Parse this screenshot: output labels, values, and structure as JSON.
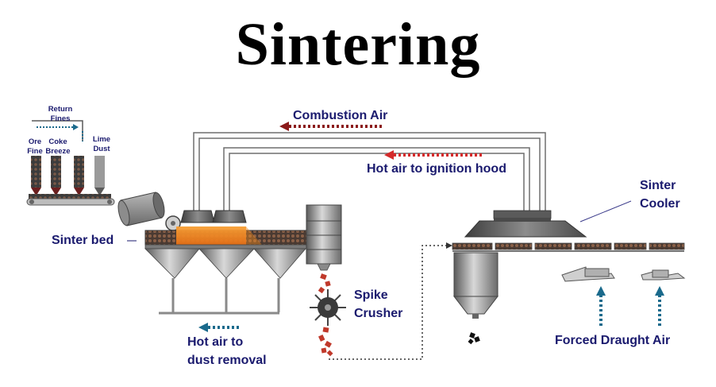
{
  "title": "Sintering",
  "labels": {
    "return_fines": "Return Fines",
    "ore_fine": "Ore Fine",
    "coke_breeze": "Coke Breeze",
    "lime_dust": "Lime Dust",
    "combustion_air": "Combustion Air",
    "hot_air_ignition": "Hot air to ignition hood",
    "sinter_cooler_1": "Sinter",
    "sinter_cooler_2": "Cooler",
    "sinter_bed": "Sinter bed",
    "spike_crusher_1": "Spike",
    "spike_crusher_2": "Crusher",
    "hot_air_dust_1": "Hot air to",
    "hot_air_dust_2": "dust removal",
    "forced_draught_air": "Forced Draught Air"
  },
  "colors": {
    "label_text": "#1a1a6e",
    "duct": "#6e6e6e",
    "equipment_gray": "#8a8a8a",
    "flame": "#f08a20",
    "combustion_arrow": "#8b1a1a",
    "hot_air_arrow": "#d42a2a",
    "cold_air_arrow": "#1a6a8c",
    "sinter_lumps": "#c0392b"
  }
}
